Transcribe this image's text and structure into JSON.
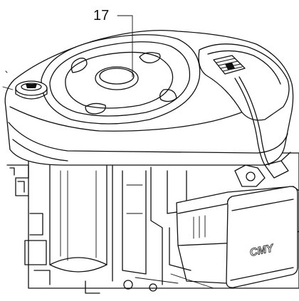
{
  "diagram": {
    "callout_label": "17",
    "brand_badge": "CMY",
    "icons": [
      "engine-drawing",
      "leader-line",
      "blower-housing",
      "oil-fill-cap",
      "air-filter-housing"
    ]
  }
}
